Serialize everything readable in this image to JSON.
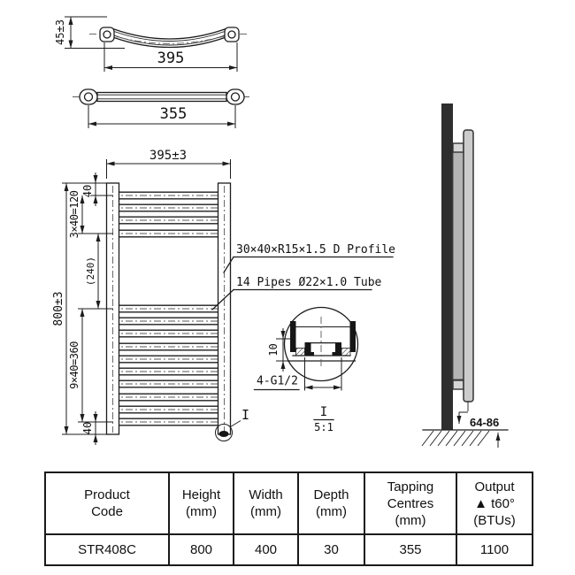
{
  "drawing": {
    "top_curved_view": {
      "bow_depth_dim": "45±3",
      "width_dim": "395"
    },
    "straight_bar_view": {
      "width_dim": "355"
    },
    "front_view": {
      "width_dim": "395±3",
      "height_dim": "800±3",
      "top_gap_dim": "40",
      "top_group_dim": "3×40=120",
      "middle_gap_dim": "(240)",
      "bottom_group_dim": "9×40=360",
      "bottom_gap_dim": "40",
      "detail_marker_label": "I"
    },
    "callouts": {
      "rail_profile": "30×40×R15×1.5 D Profile",
      "pipes": "14 Pipes Ø22×1.0 Tube"
    },
    "detail_view": {
      "boss_height_dim": "10",
      "tappings_label": "4-G1/2",
      "detail_label": "I",
      "detail_scale": "5:1"
    },
    "side_view": {
      "wall_clearance_dim": "64-86"
    }
  },
  "spec_table": {
    "columns": [
      {
        "header": "Product\nCode"
      },
      {
        "header": "Height\n(mm)"
      },
      {
        "header": "Width\n(mm)"
      },
      {
        "header": "Depth\n(mm)"
      },
      {
        "header": "Tapping\nCentres\n(mm)"
      },
      {
        "header": "Output\n▲ t60° (BTUs)"
      }
    ],
    "row": {
      "product_code": "STR408C",
      "height": "800",
      "width": "400",
      "depth": "30",
      "tapping_centres": "355",
      "output": "1100"
    }
  }
}
